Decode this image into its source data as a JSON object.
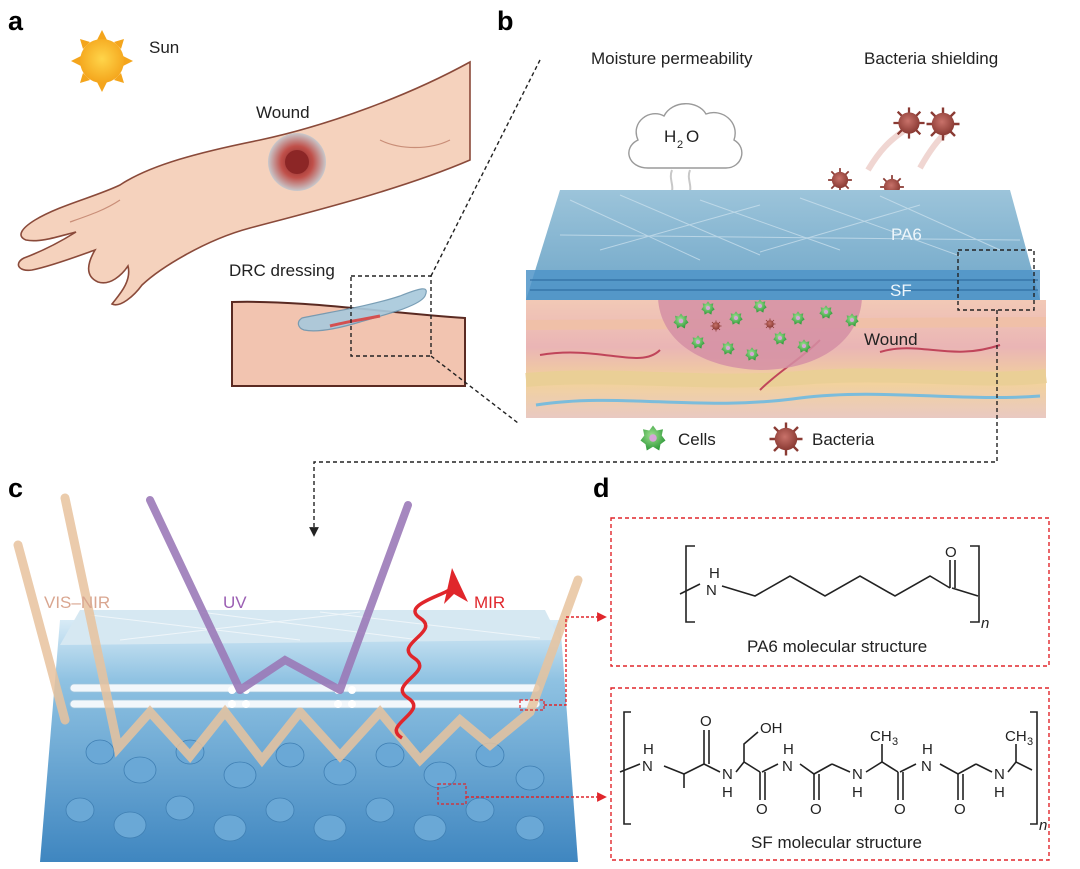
{
  "panels": {
    "a": {
      "letter": "a",
      "sun_label": "Sun",
      "wound_label": "Wound",
      "dressing_label": "DRC dressing"
    },
    "b": {
      "letter": "b",
      "moisture_label": "Moisture permeability",
      "bacteria_shield_label": "Bacteria shielding",
      "water_h": "H",
      "water_sub": "2",
      "water_o": "O",
      "pa6_layer_label": "PA6",
      "sf_layer_label": "SF",
      "wound_label": "Wound",
      "legend_cells": "Cells",
      "legend_bacteria": "Bacteria"
    },
    "c": {
      "letter": "c",
      "visnir_label": "VIS–NIR",
      "uv_label": "UV",
      "mir_label": "MIR"
    },
    "d": {
      "letter": "d",
      "pa6_caption": "PA6 molecular structure",
      "sf_caption": "SF molecular structure",
      "n_subscript": "n",
      "atom_h": "H",
      "atom_n": "N",
      "atom_o": "O",
      "atom_oh": "OH",
      "atom_ch": "CH",
      "atom_3": "3"
    }
  },
  "colors": {
    "skin": "#f5d2bd",
    "skin_outline": "#8a4a3a",
    "fiber_blue": "#7fb6dc",
    "fiber_light": "#d6e8f2",
    "cell_green": "#43b649",
    "bacteria": "#a04840",
    "uv_purple": "#9b7ab8",
    "visnir_tan": "#e8c39e",
    "mir_red": "#e0262b",
    "dashed_red": "#e0262b"
  }
}
